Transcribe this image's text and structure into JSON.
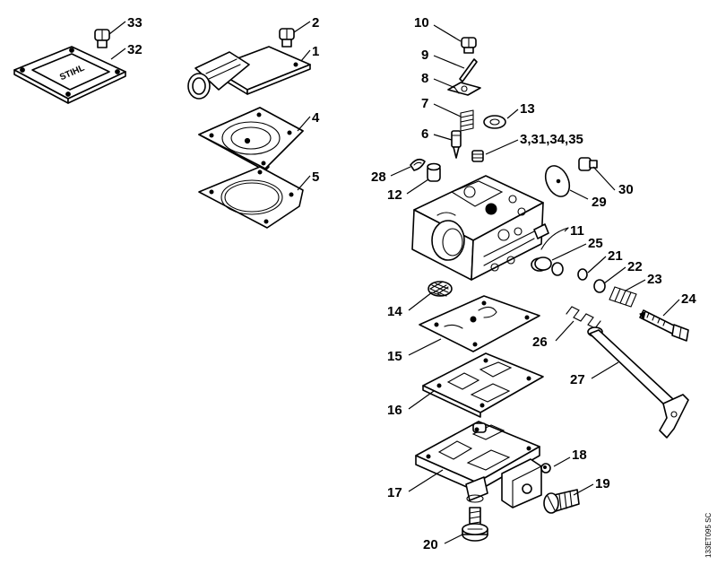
{
  "diagram": {
    "document_ref": "133ET095 SC",
    "logo_text": "STIHL",
    "callouts": {
      "c1": "1",
      "c2": "2",
      "c3": "3,31,34,35",
      "c4": "4",
      "c5": "5",
      "c6": "6",
      "c7": "7",
      "c8": "8",
      "c9": "9",
      "c10": "10",
      "c11": "11",
      "c12": "12",
      "c13": "13",
      "c14": "14",
      "c15": "15",
      "c16": "16",
      "c17": "17",
      "c18": "18",
      "c19": "19",
      "c20": "20",
      "c21": "21",
      "c22": "22",
      "c23": "23",
      "c24": "24",
      "c25": "25",
      "c26": "26",
      "c27": "27",
      "c28": "28",
      "c29": "29",
      "c30": "30",
      "c32": "32",
      "c33": "33"
    }
  }
}
